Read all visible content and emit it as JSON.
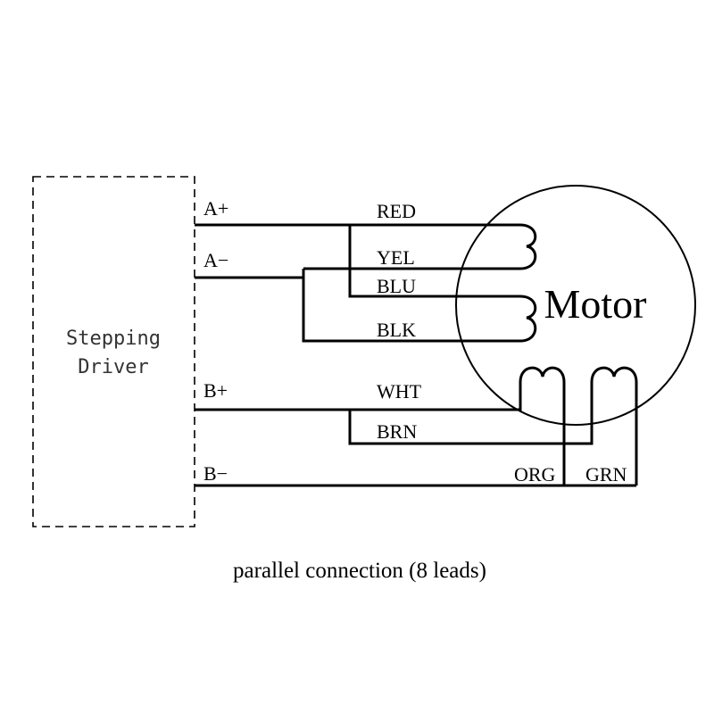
{
  "driver": {
    "line1": "Stepping",
    "line2": "Driver"
  },
  "terminals": {
    "a_plus": "A+",
    "a_minus": "A−",
    "b_plus": "B+",
    "b_minus": "B−"
  },
  "wires": {
    "red": "RED",
    "yel": "YEL",
    "blu": "BLU",
    "blk": "BLK",
    "wht": "WHT",
    "brn": "BRN",
    "org": "ORG",
    "grn": "GRN"
  },
  "motor": {
    "label": "Motor"
  },
  "caption": "parallel connection (8 leads)"
}
